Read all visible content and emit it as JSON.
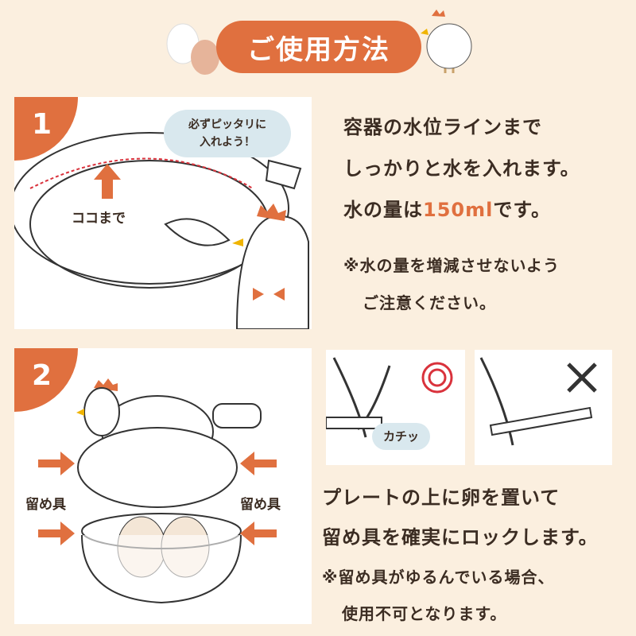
{
  "title": "ご使用方法",
  "step1": {
    "number": "1",
    "bubble_line1": "必ずピッタリに",
    "bubble_line2": "入れよう！",
    "arrow_label": "ココまで",
    "text_line1": "容器の水位ラインまで",
    "text_line2": "しっかりと水を入れます。",
    "text_line3_pre": "水の量は",
    "text_line3_amount": "150ml",
    "text_line3_post": "です。",
    "note_line1": "※水の量を増減させないよう",
    "note_line2": "ご注意ください。"
  },
  "step2": {
    "number": "2",
    "clip_label_left": "留め具",
    "clip_label_right": "留め具",
    "click_bubble": "カチッ",
    "ok_mark": "◎",
    "ng_mark": "✕",
    "text_line1": "プレートの上に卵を置いて",
    "text_line2": "留め具を確実にロックします。",
    "note_line1": "※留め具がゆるんでいる場合、",
    "note_line2": "使用不可となります。"
  },
  "colors": {
    "accent": "#e0703f",
    "background": "#fbefdf",
    "ok": "#d9323c"
  }
}
